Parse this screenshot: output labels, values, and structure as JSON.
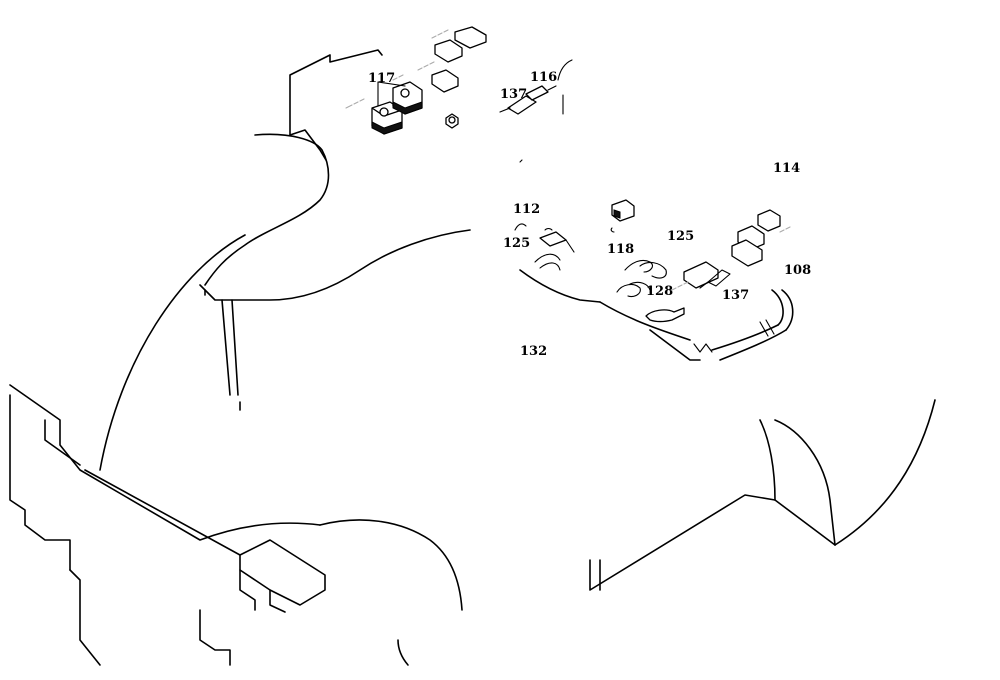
{
  "callouts": {
    "c117": "117",
    "c116": "116",
    "c137a": "137",
    "c114": "114",
    "c112": "112",
    "c125a": "125",
    "c118": "118",
    "c125b": "125",
    "c108": "108",
    "c128": "128",
    "c137b": "137",
    "c132": "132"
  }
}
